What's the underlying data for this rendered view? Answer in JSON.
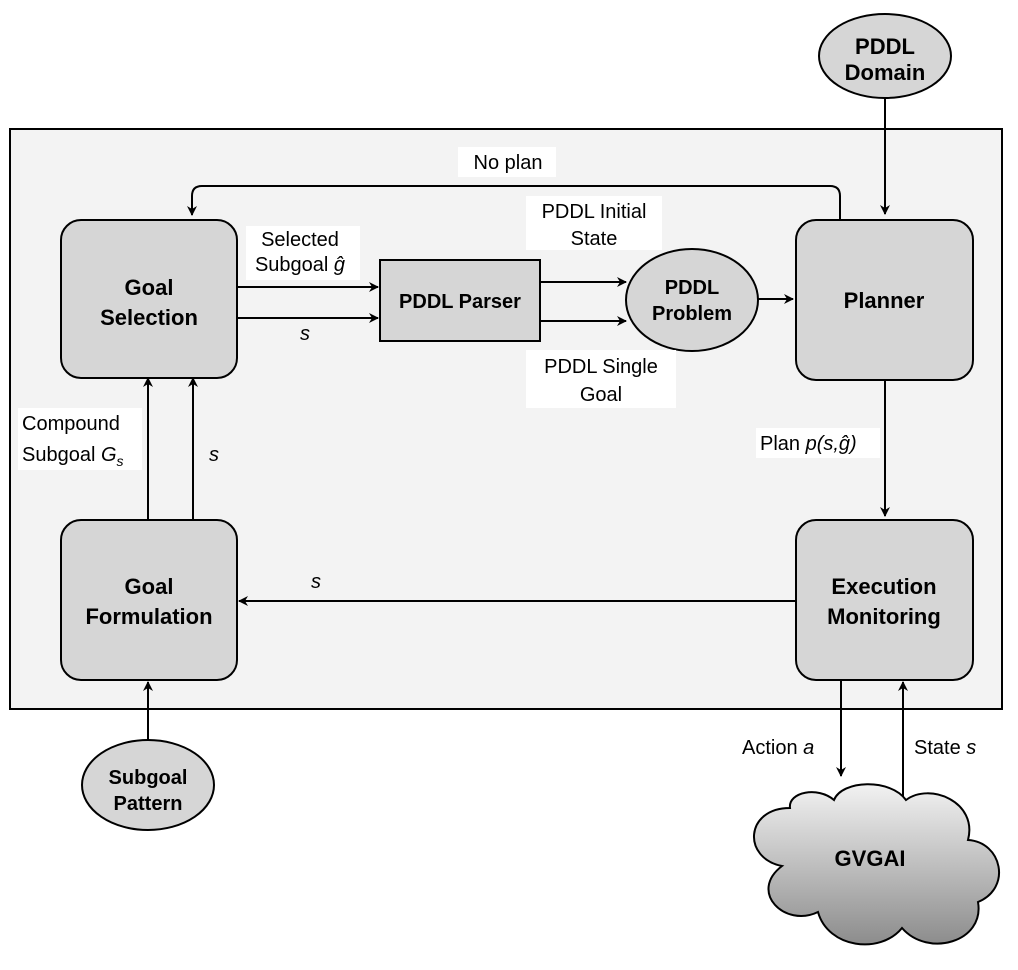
{
  "nodes": {
    "pddl_domain": [
      "PDDL",
      "Domain"
    ],
    "goal_selection": [
      "Goal",
      "Selection"
    ],
    "pddl_parser": [
      "PDDL Parser"
    ],
    "pddl_problem": [
      "PDDL",
      "Problem"
    ],
    "planner": [
      "Planner"
    ],
    "goal_formulation": [
      "Goal",
      "Formulation"
    ],
    "execution_monitoring": [
      "Execution",
      "Monitoring"
    ],
    "subgoal_pattern": [
      "Subgoal",
      "Pattern"
    ],
    "gvgai": [
      "GVGAI"
    ]
  },
  "edges": {
    "no_plan": "No plan",
    "selected_subgoal_line1": "Selected",
    "selected_subgoal_line2": "Subgoal ",
    "selected_subgoal_var": "ĝ",
    "state_to_parser": "s",
    "initial_state": [
      "PDDL Initial",
      "State"
    ],
    "single_goal": [
      "PDDL Single",
      "Goal"
    ],
    "compound_subgoal_line1": "Compound",
    "compound_subgoal_line2": "Subgoal ",
    "compound_subgoal_var": "G",
    "compound_subgoal_sub": "s",
    "state_to_selection": "s",
    "plan_text": "Plan ",
    "plan_var": "p(s,ĝ)",
    "state_to_formulation": "s",
    "action_text": "Action ",
    "action_var": "a",
    "state_text": "State ",
    "state_var": "s"
  },
  "colors": {
    "node_fill": "#d6d6d6",
    "container_fill": "#f3f3f3",
    "stroke": "#000000",
    "cloud_gradient_top": "#f2f2f2",
    "cloud_gradient_bottom": "#8c8c8c"
  }
}
